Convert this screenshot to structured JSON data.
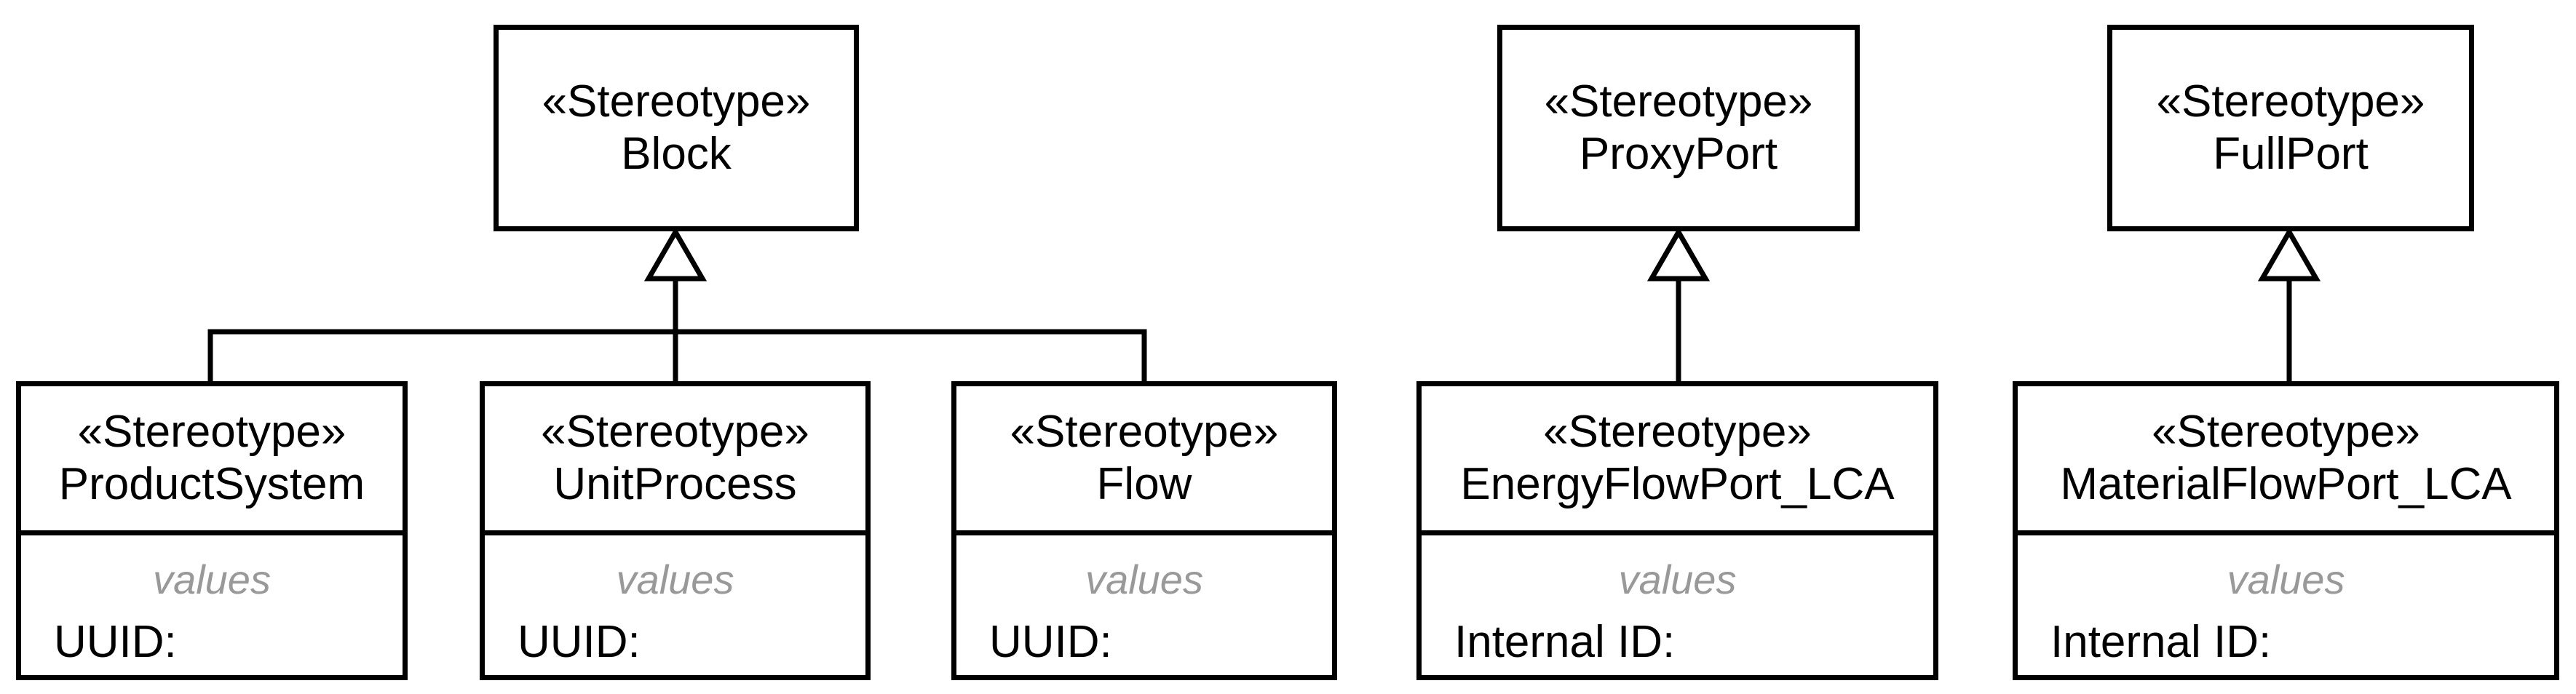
{
  "diagram": {
    "type": "uml-profile-diagram",
    "colors": {
      "background": "#ffffff",
      "line": "#000000",
      "text": "#000000",
      "values_label_text": "#999999"
    },
    "nodes": {
      "block": {
        "stereotype": "«Stereotype»",
        "name": "Block"
      },
      "proxy_port": {
        "stereotype": "«Stereotype»",
        "name": "ProxyPort"
      },
      "full_port": {
        "stereotype": "«Stereotype»",
        "name": "FullPort"
      },
      "product_system": {
        "stereotype": "«Stereotype»",
        "name": "ProductSystem",
        "compartment_label": "values",
        "field": "UUID:"
      },
      "unit_process": {
        "stereotype": "«Stereotype»",
        "name": "UnitProcess",
        "compartment_label": "values",
        "field": "UUID:"
      },
      "flow": {
        "stereotype": "«Stereotype»",
        "name": "Flow",
        "compartment_label": "values",
        "field": "UUID:"
      },
      "energy_flow_port": {
        "stereotype": "«Stereotype»",
        "name": "EnergyFlowPort_LCA",
        "compartment_label": "values",
        "field": "Internal ID:"
      },
      "material_flow_port": {
        "stereotype": "«Stereotype»",
        "name": "MaterialFlowPort_LCA",
        "compartment_label": "values",
        "field": "Internal ID:"
      }
    },
    "relations": [
      {
        "type": "generalization",
        "from": [
          "ProductSystem",
          "UnitProcess",
          "Flow"
        ],
        "to": "Block"
      },
      {
        "type": "generalization",
        "from": [
          "EnergyFlowPort_LCA"
        ],
        "to": "ProxyPort"
      },
      {
        "type": "generalization",
        "from": [
          "MaterialFlowPort_LCA"
        ],
        "to": "FullPort"
      }
    ]
  }
}
